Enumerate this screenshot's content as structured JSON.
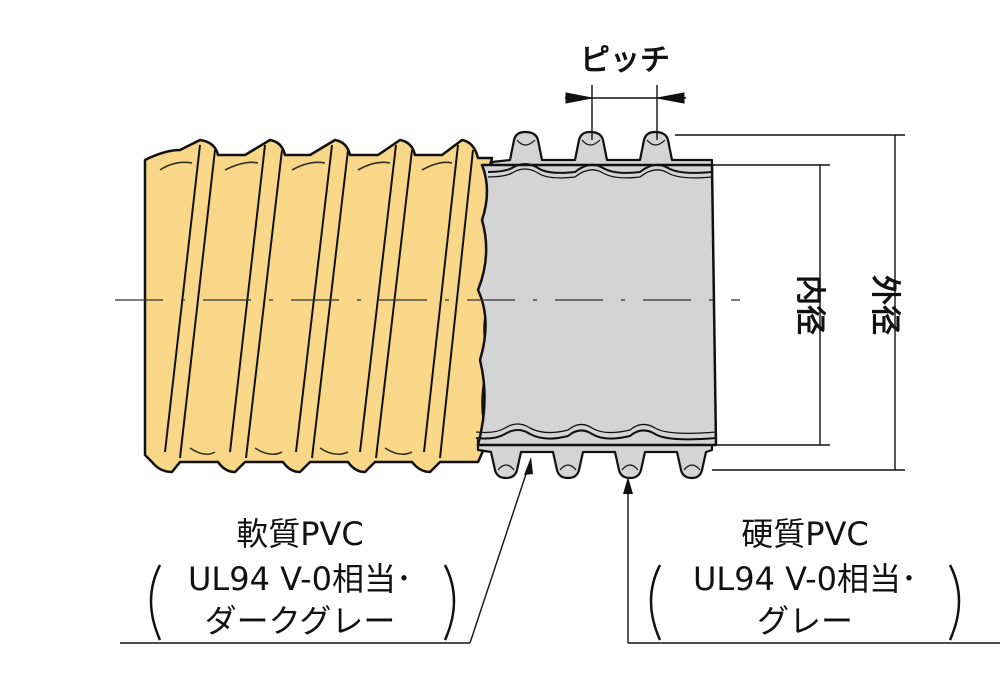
{
  "labels": {
    "pitch": "ピッチ",
    "inner_diameter": "内径",
    "outer_diameter": "外径"
  },
  "callouts": {
    "soft": {
      "material": "軟質PVC",
      "spec": "UL94 V-0相当･",
      "color": "ダークグレー"
    },
    "hard": {
      "material": "硬質PVC",
      "spec": "UL94 V-0相当･",
      "color": "グレー"
    }
  },
  "colors": {
    "soft_pvc": "#f8d888",
    "hard_pvc": "#d4d4d4",
    "outline": "#111111"
  }
}
